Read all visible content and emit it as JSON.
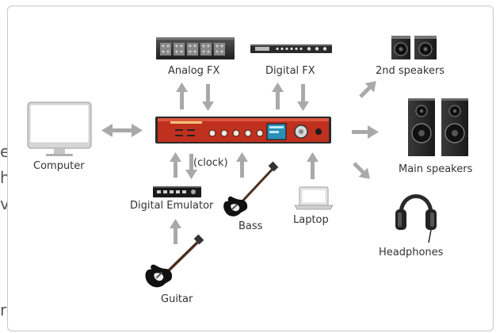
{
  "background_text": [
    "es",
    "her",
    "vity",
    "re"
  ],
  "labels": {
    "analog_fx": "Analog FX",
    "digital_fx": "Digital FX",
    "second_speakers": "2nd speakers",
    "computer": "Computer",
    "main_speakers": "Main speakers",
    "clock": "(clock)",
    "digital_emulator": "Digital Emulator",
    "bass": "Bass",
    "laptop": "Laptop",
    "headphones": "Headphones",
    "guitar": "Guitar"
  },
  "colors": {
    "arrow": "#a9a9a9",
    "interface_body": "#c0301f",
    "display": "#2a8fb8"
  },
  "icons": [
    "rack-unit-icon",
    "speaker-icon",
    "monitor-icon",
    "guitar-icon",
    "bass-guitar-icon",
    "laptop-icon",
    "headphones-icon"
  ]
}
